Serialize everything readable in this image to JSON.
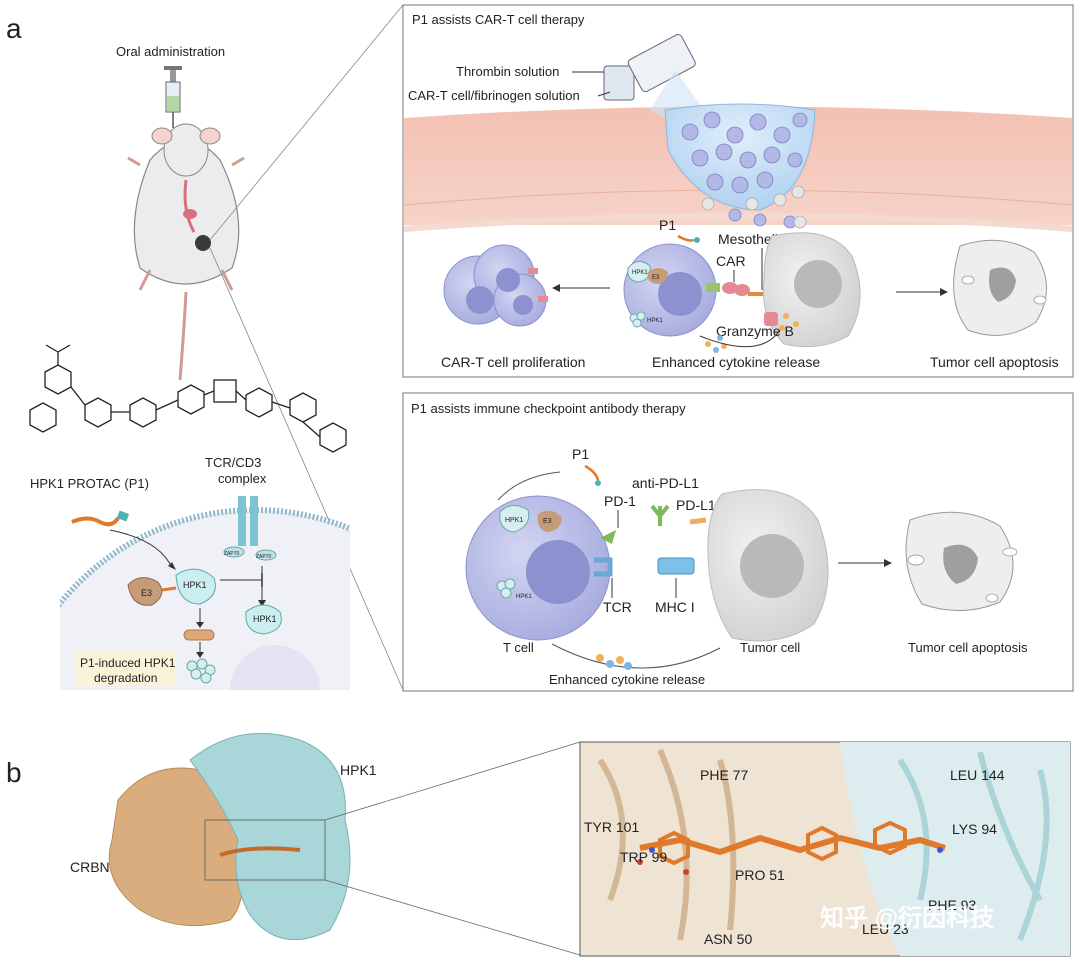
{
  "panels": {
    "a": "a",
    "b": "b"
  },
  "left": {
    "oral": "Oral administration",
    "protac": "HPK1 PROTAC (P1)",
    "tcr_complex_line1": "TCR/CD3",
    "tcr_complex_line2": "complex",
    "e3": "E3",
    "hpk1": "HPK1",
    "zap70": "ZAP70",
    "degradation_line1": "P1-induced HPK1",
    "degradation_line2": "degradation"
  },
  "cart": {
    "title": "P1 assists CAR-T cell therapy",
    "thrombin": "Thrombin solution",
    "cart_fibrinogen": "CAR-T cell/fibrinogen solution",
    "p1": "P1",
    "mesothelin": "Mesothelin",
    "car": "CAR",
    "granzyme": "Granzyme B",
    "hpk1": "HPK1",
    "e3": "E3",
    "proliferation": "CAR-T cell proliferation",
    "cytokine": "Enhanced cytokine release",
    "apoptosis": "Tumor cell apoptosis"
  },
  "checkpoint": {
    "title": "P1 assists immune checkpoint antibody therapy",
    "p1": "P1",
    "pd1": "PD-1",
    "anti_pdl1": "anti-PD-L1",
    "pdl1": "PD-L1",
    "tcr": "TCR",
    "mhc": "MHC I",
    "hpk1": "HPK1",
    "e3": "E3",
    "tcell": "T cell",
    "tumor": "Tumor cell",
    "apoptosis": "Tumor cell apoptosis",
    "cytokine": "Enhanced cytokine release"
  },
  "structure": {
    "crbn": "CRBN",
    "hpk1": "HPK1",
    "residues": {
      "phe77": "PHE 77",
      "leu144": "LEU 144",
      "tyr101": "TYR 101",
      "lys94": "LYS 94",
      "trp99": "TRP 99",
      "pro51": "PRO 51",
      "phe93": "PHE 93",
      "leu23": "LEU 23",
      "asn50": "ASN 50"
    }
  },
  "watermark": "知乎 @衍因科技",
  "colors": {
    "tcell": "#b9bde6",
    "tumor": "#d9d9d9",
    "skin": "#f2c7b8",
    "crbn": "#d6a878",
    "hpk1_surface": "#a9d6d8",
    "ligand": "#e07a2a"
  }
}
